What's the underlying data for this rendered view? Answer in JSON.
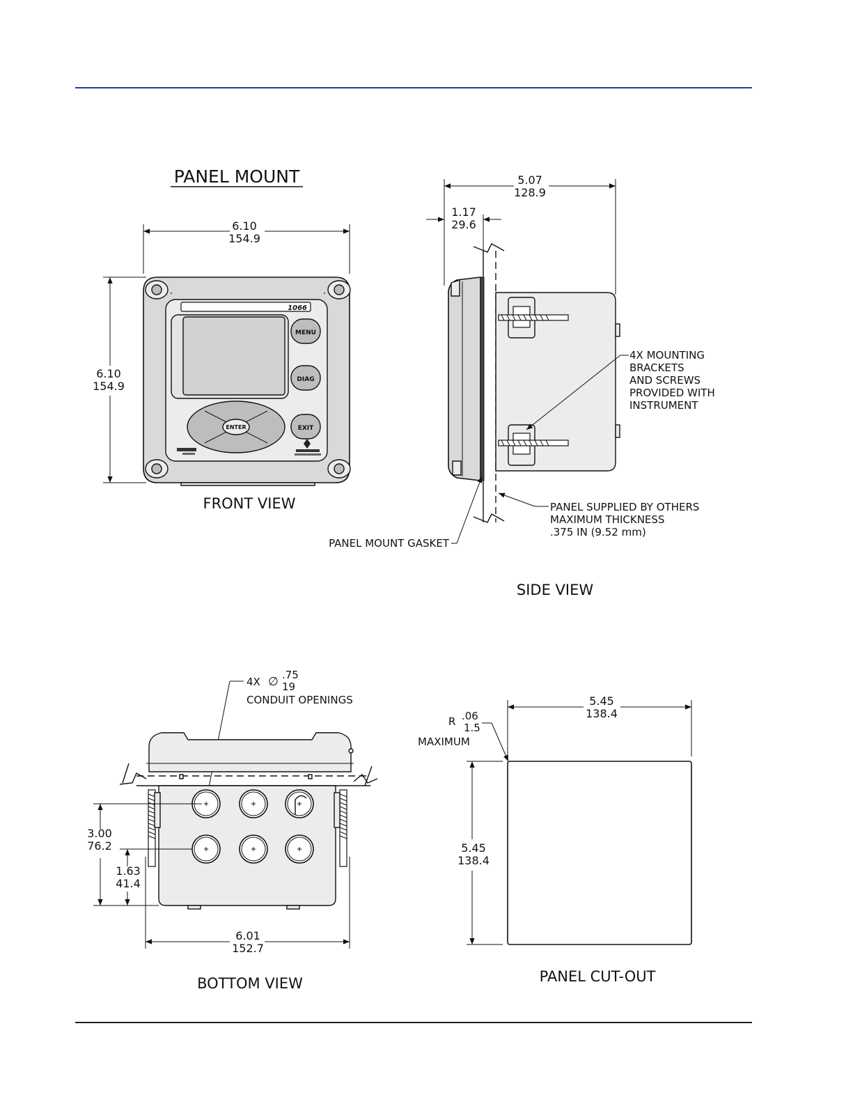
{
  "panel_mount_title": "PANEL MOUNT",
  "front_view": {
    "caption": "FRONT VIEW",
    "width_in": "6.10",
    "width_mm": "154.9",
    "height_in": "6.10",
    "height_mm": "154.9",
    "model": "1066",
    "buttons": {
      "menu": "MENU",
      "diag": "DIAG",
      "enter": "ENTER",
      "exit": "EXIT"
    }
  },
  "side_view": {
    "caption": "SIDE VIEW",
    "depth_in": "5.07",
    "depth_mm": "128.9",
    "front_in": "1.17",
    "front_mm": "29.6",
    "bracket_note": [
      "4X MOUNTING",
      "BRACKETS",
      "AND SCREWS",
      "PROVIDED WITH",
      "INSTRUMENT"
    ],
    "panel_note": [
      "PANEL SUPPLIED BY OTHERS",
      "MAXIMUM THICKNESS",
      ".375 IN (9.52 mm)"
    ],
    "gasket_note": "PANEL MOUNT GASKET"
  },
  "bottom_view": {
    "caption": "BOTTOM VIEW",
    "conduit_qty": "4X",
    "conduit_symbol": "∅",
    "conduit_in": ".75",
    "conduit_mm": "19",
    "conduit_label": "CONDUIT OPENINGS",
    "h1_in": "3.00",
    "h1_mm": "76.2",
    "h2_in": "1.63",
    "h2_mm": "41.4",
    "width_in": "6.01",
    "width_mm": "152.7"
  },
  "cutout": {
    "caption": "PANEL CUT-OUT",
    "width_in": "5.45",
    "width_mm": "138.4",
    "height_in": "5.45",
    "height_mm": "138.4",
    "radius_prefix": "R",
    "radius_in": ".06",
    "radius_mm": "1.5",
    "radius_note": "MAXIMUM"
  },
  "colors": {
    "header_rule": "#2b3a8c",
    "footer_rule": "#222222"
  }
}
